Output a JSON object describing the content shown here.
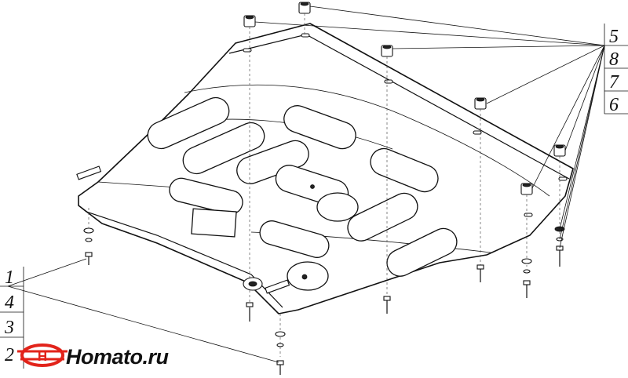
{
  "callouts_right": [
    "5",
    "8",
    "7",
    "6"
  ],
  "callouts_left": [
    "1",
    "4",
    "3",
    "2"
  ],
  "logo": {
    "text": "Homato.ru",
    "accent_color": "#e2231a",
    "text_color": "#111111"
  },
  "colors": {
    "line": "#111111",
    "background": "#ffffff"
  }
}
